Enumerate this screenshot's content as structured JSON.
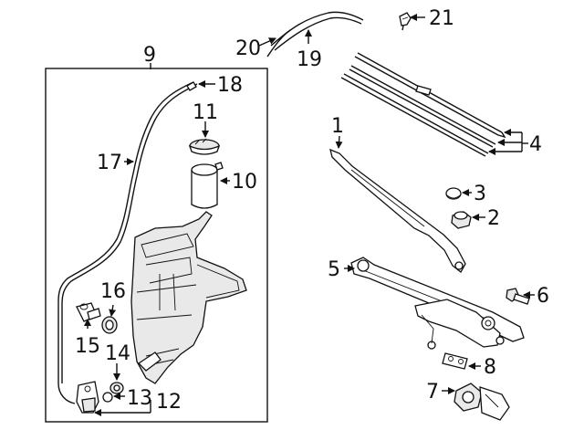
{
  "callouts": [
    {
      "id": "c1",
      "text": "1"
    },
    {
      "id": "c2",
      "text": "2"
    },
    {
      "id": "c3",
      "text": "3"
    },
    {
      "id": "c4",
      "text": "4"
    },
    {
      "id": "c5",
      "text": "5"
    },
    {
      "id": "c6",
      "text": "6"
    },
    {
      "id": "c7",
      "text": "7"
    },
    {
      "id": "c8",
      "text": "8"
    },
    {
      "id": "c9",
      "text": "9"
    },
    {
      "id": "c10",
      "text": "10"
    },
    {
      "id": "c11",
      "text": "11"
    },
    {
      "id": "c12",
      "text": "12"
    },
    {
      "id": "c13",
      "text": "13"
    },
    {
      "id": "c14",
      "text": "14"
    },
    {
      "id": "c15",
      "text": "15"
    },
    {
      "id": "c16",
      "text": "16"
    },
    {
      "id": "c17",
      "text": "17"
    },
    {
      "id": "c18",
      "text": "18"
    },
    {
      "id": "c19",
      "text": "19"
    },
    {
      "id": "c20",
      "text": "20"
    },
    {
      "id": "c21",
      "text": "21"
    }
  ],
  "colors": {
    "ink": "#111111",
    "background": "#ffffff",
    "part_fill": "#e9e9e9"
  }
}
